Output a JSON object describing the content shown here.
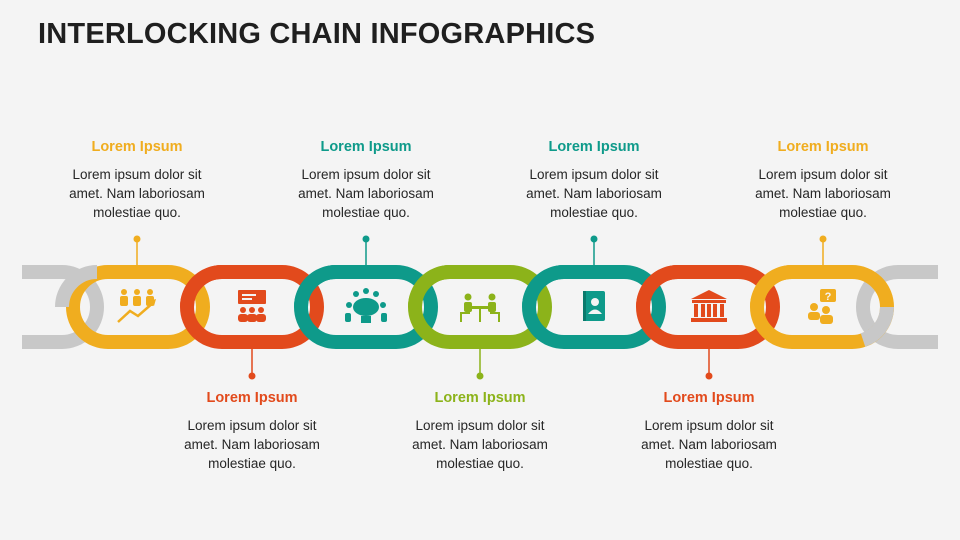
{
  "title": "INTERLOCKING CHAIN INFOGRAPHICS",
  "colors": {
    "yellow": "#f0ad1f",
    "orange": "#e24a1c",
    "teal": "#0e9a8a",
    "green": "#8cb31a",
    "gray": "#c8c8c8"
  },
  "steps": [
    {
      "heading": "Lorem Ipsum",
      "lines": [
        "Lorem ipsum dolor sit",
        "amet. Nam laboriosam",
        "molestiae quo."
      ],
      "color": "yellow",
      "icon": "growth-team-icon"
    },
    {
      "heading": "Lorem Ipsum",
      "lines": [
        "Lorem ipsum dolor sit",
        "amet. Nam laboriosam",
        "molestiae quo."
      ],
      "color": "orange",
      "icon": "presentation-audience-icon"
    },
    {
      "heading": "Lorem Ipsum",
      "lines": [
        "Lorem ipsum dolor sit",
        "amet. Nam laboriosam",
        "molestiae quo."
      ],
      "color": "teal",
      "icon": "meeting-table-icon"
    },
    {
      "heading": "Lorem Ipsum",
      "lines": [
        "Lorem ipsum dolor sit",
        "amet. Nam laboriosam",
        "molestiae quo."
      ],
      "color": "green",
      "icon": "interview-icon"
    },
    {
      "heading": "Lorem Ipsum",
      "lines": [
        "Lorem ipsum dolor sit",
        "amet. Nam laboriosam",
        "molestiae quo."
      ],
      "color": "teal",
      "icon": "contact-book-icon"
    },
    {
      "heading": "Lorem Ipsum",
      "lines": [
        "Lorem ipsum dolor sit",
        "amet. Nam laboriosam",
        "molestiae quo."
      ],
      "color": "orange",
      "icon": "bank-icon"
    },
    {
      "heading": "Lorem Ipsum",
      "lines": [
        "Lorem ipsum dolor sit",
        "amet. Nam laboriosam",
        "molestiae quo."
      ],
      "color": "yellow",
      "icon": "question-person-icon"
    }
  ]
}
